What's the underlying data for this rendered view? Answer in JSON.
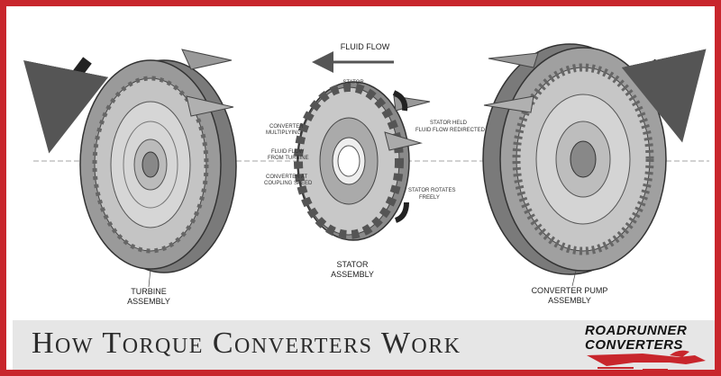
{
  "diagram": {
    "fluid_flow": "FLUID FLOW",
    "stator": "STATOR",
    "stator_held": "STATOR HELD",
    "fluid_flow_redirected": "FLUID FLOW REDIRECTED",
    "converter": "CONVERTER",
    "multiplying": "MULTIPLYING",
    "fluid_flow_small": "FLUID FLOW",
    "from_turbine": "FROM TURBINE",
    "converter_at": "CONVERTER AT",
    "coupling_speed": "COUPLING SPEED",
    "stator_rotates": "STATOR ROTATES",
    "freely": "FREELY",
    "turbine_line1": "TURBINE",
    "turbine_line2": "ASSEMBLY",
    "stator_assembly_line1": "STATOR",
    "stator_assembly_line2": "ASSEMBLY",
    "pump_line1": "CONVERTER PUMP",
    "pump_line2": "ASSEMBLY"
  },
  "banner": {
    "title": "How Torque Converters Work",
    "logo_line1": "ROADRUNNER",
    "logo_line2": "CONVERTERS"
  },
  "colors": {
    "frame": "#c8262c",
    "banner_bg": "#e6e6e6",
    "logo_red": "#c8262c"
  }
}
